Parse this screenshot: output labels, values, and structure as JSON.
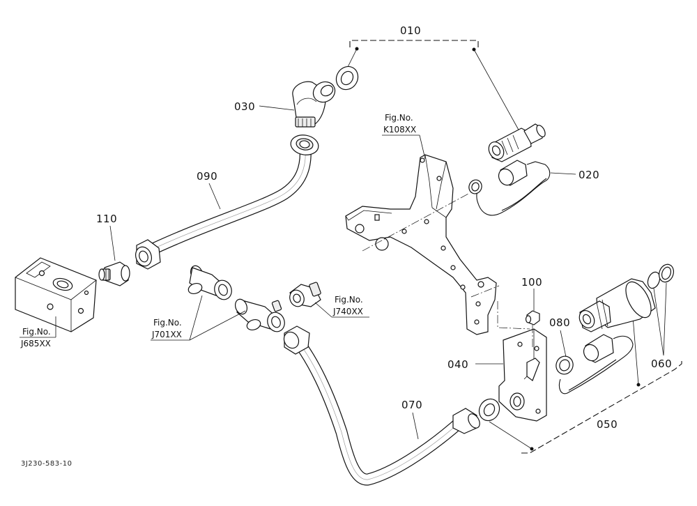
{
  "labels": {
    "p010": "010",
    "p020": "020",
    "p030": "030",
    "p040": "040",
    "p050": "050",
    "p060": "060",
    "p070": "070",
    "p080": "080",
    "p090": "090",
    "p100": "100",
    "p110": "110"
  },
  "figrefs": {
    "k108": {
      "line1": "Fig.No.",
      "line2": "K108XX"
    },
    "j685": {
      "line1": "Fig.No.",
      "line2": "J685XX"
    },
    "j701": {
      "line1": "Fig.No.",
      "line2": "J701XX"
    },
    "j740": {
      "line1": "Fig.No.",
      "line2": "J740XX"
    }
  },
  "drawing_code": "3J230-583-10"
}
